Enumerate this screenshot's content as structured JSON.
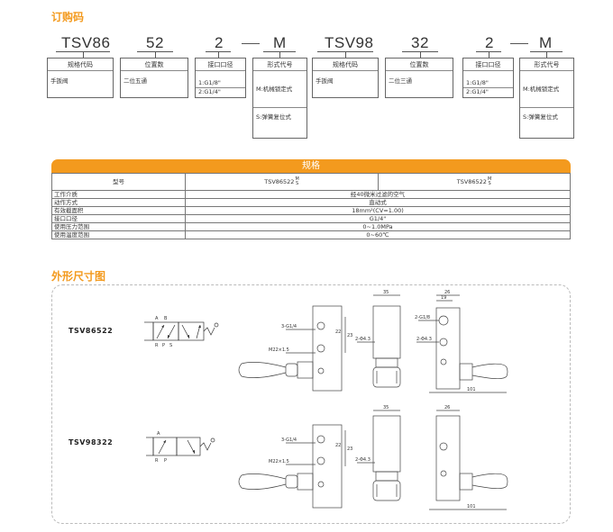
{
  "order_code": {
    "title": "订购码",
    "left": {
      "parts": [
        "TSV86",
        "52",
        "2",
        "M"
      ],
      "col1": {
        "header": "规格代码",
        "value": "手扳阀"
      },
      "col2": {
        "header": "位置数",
        "value": "二位五通"
      },
      "col3": {
        "header": "接口口径",
        "options": [
          "1:G1/8\"",
          "2:G1/4\""
        ]
      },
      "col4": {
        "header": "形式代号",
        "options": [
          "M:机械锁定式",
          "S:弹簧复位式"
        ]
      }
    },
    "right": {
      "parts": [
        "TSV98",
        "32",
        "2",
        "M"
      ],
      "col1": {
        "header": "规格代码",
        "value": "手扳阀"
      },
      "col2": {
        "header": "位置数",
        "value": "二位三通"
      },
      "col3": {
        "header": "接口口径",
        "options": [
          "1:G1/8\"",
          "2:G1/4\""
        ]
      },
      "col4": {
        "header": "形式代号",
        "options": [
          "M:机械锁定式",
          "S:弹簧复位式"
        ]
      }
    }
  },
  "spec": {
    "title": "规格",
    "header": {
      "label": "型号",
      "model1": "TSV86522",
      "model2": "TSV86522",
      "suffix_top": "M",
      "suffix_bottom": "S"
    },
    "rows": [
      {
        "label": "工作介质",
        "value": "经40微米过滤的空气"
      },
      {
        "label": "动作方式",
        "value": "直动式"
      },
      {
        "label": "有效截面积",
        "value": "18mm²(CV=1.00)"
      },
      {
        "label": "接口口径",
        "value": "G1/4\""
      },
      {
        "label": "使用压力范围",
        "value": "0~1.0MPa"
      },
      {
        "label": "使用温度范围",
        "value": "0~60℃"
      }
    ]
  },
  "dimensions": {
    "title": "外形尺寸图",
    "models": [
      {
        "name": "TSV86522",
        "symbol_ports_top": [
          "A",
          "B"
        ],
        "symbol_ports_bottom": [
          "R",
          "P",
          "S"
        ],
        "labels": [
          "3-G1/4",
          "M22×1.5",
          "35",
          "23",
          "22",
          "2-Φ4.3",
          "26",
          "19",
          "2-G1/8",
          "2-Φ4.3",
          "101"
        ]
      },
      {
        "name": "TSV98322",
        "symbol_ports_top": [
          "A"
        ],
        "symbol_ports_bottom": [
          "R",
          "P"
        ],
        "labels": [
          "3-G1/4",
          "M22×1.5",
          "35",
          "23",
          "22",
          "2-Φ4.3",
          "26",
          "101"
        ]
      }
    ]
  }
}
